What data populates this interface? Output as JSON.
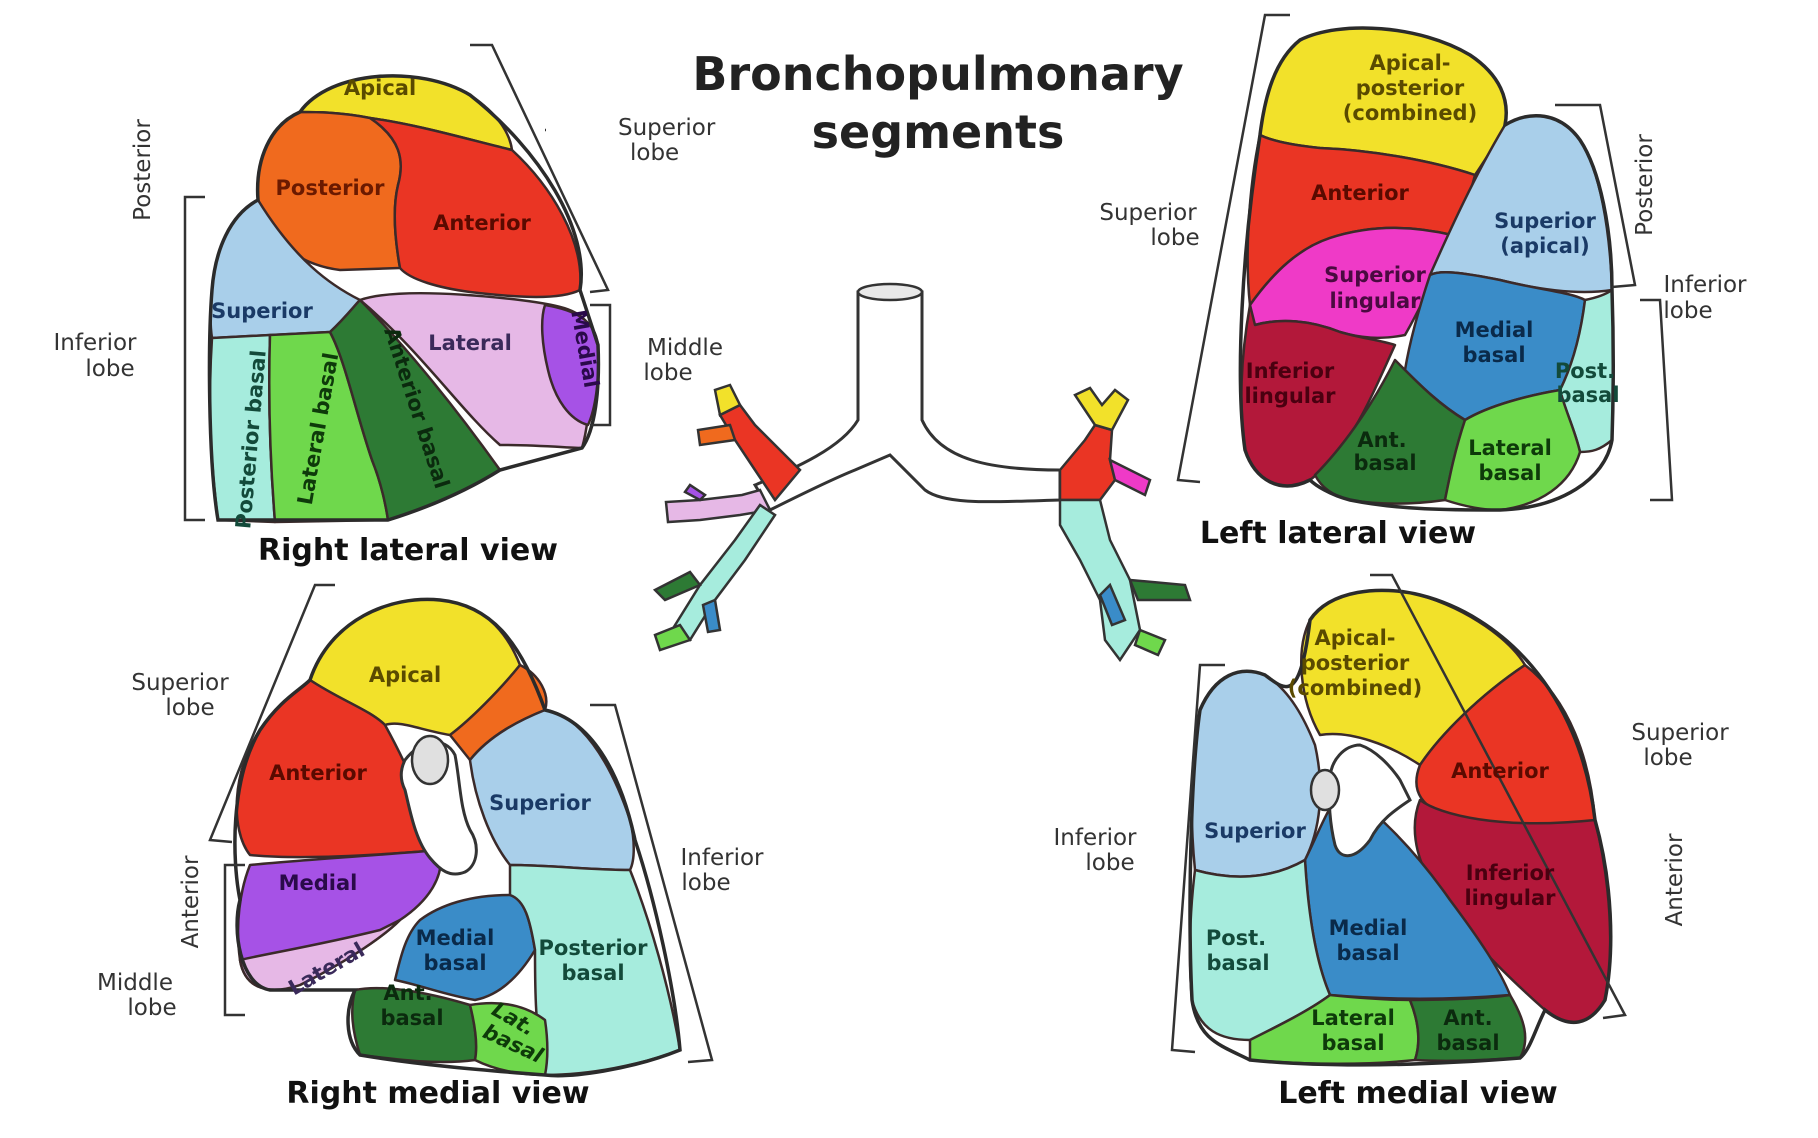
{
  "title": {
    "line1": "Bronchopulmonary",
    "line2": "segments"
  },
  "views": {
    "right_lateral": {
      "caption": "Right lateral view",
      "segments": {
        "apical": "Apical",
        "posterior": "Posterior",
        "anterior": "Anterior",
        "superior": "Superior",
        "lateral": "Lateral",
        "medial": "Medial",
        "posterior_basal": "Posterior basal",
        "lateral_basal": "Lateral basal",
        "anterior_basal": "Anterior basal"
      },
      "lobes": {
        "posterior_side": "Posterior",
        "superior_1": "Superior",
        "superior_2": "lobe",
        "inferior_1": "Inferior",
        "inferior_2": "lobe",
        "middle_1": "Middle",
        "middle_2": "lobe"
      }
    },
    "left_lateral": {
      "caption": "Left lateral view",
      "segments": {
        "apical_posterior_1": "Apical-",
        "apical_posterior_2": "posterior",
        "apical_posterior_3": "(combined)",
        "anterior": "Anterior",
        "superior_lingular_1": "Superior",
        "superior_lingular_2": "lingular",
        "inferior_lingular_1": "Inferior",
        "inferior_lingular_2": "lingular",
        "superior_apical_1": "Superior",
        "superior_apical_2": "(apical)",
        "medial_basal_1": "Medial",
        "medial_basal_2": "basal",
        "post_basal_1": "Post.",
        "post_basal_2": "basal",
        "ant_basal_1": "Ant.",
        "ant_basal_2": "basal",
        "lateral_basal_1": "Lateral",
        "lateral_basal_2": "basal"
      },
      "lobes": {
        "superior_1": "Superior",
        "superior_2": "lobe",
        "posterior_side": "Posterior",
        "inferior_1": "Inferior",
        "inferior_2": "lobe"
      }
    },
    "right_medial": {
      "caption": "Right medial view",
      "segments": {
        "apical": "Apical",
        "anterior": "Anterior",
        "superior": "Superior",
        "medial": "Medial",
        "lateral": "Lateral",
        "medial_basal_1": "Medial",
        "medial_basal_2": "basal",
        "posterior_basal_1": "Posterior",
        "posterior_basal_2": "basal",
        "ant_basal_1": "Ant.",
        "ant_basal_2": "basal",
        "lat_basal_1": "Lat.",
        "lat_basal_2": "basal"
      },
      "lobes": {
        "superior_1": "Superior",
        "superior_2": "lobe",
        "anterior_side": "Anterior",
        "inferior_1": "Inferior",
        "inferior_2": "lobe",
        "middle_1": "Middle",
        "middle_2": "lobe"
      }
    },
    "left_medial": {
      "caption": "Left medial view",
      "segments": {
        "apical_posterior_1": "Apical-",
        "apical_posterior_2": "posterior",
        "apical_posterior_3": "(combined)",
        "anterior": "Anterior",
        "superior": "Superior",
        "inferior_lingular_1": "Inferior",
        "inferior_lingular_2": "lingular",
        "medial_basal_1": "Medial",
        "medial_basal_2": "basal",
        "post_basal_1": "Post.",
        "post_basal_2": "basal",
        "lateral_basal_1": "Lateral",
        "lateral_basal_2": "basal",
        "ant_basal_1": "Ant.",
        "ant_basal_2": "basal"
      },
      "lobes": {
        "superior_1": "Superior",
        "superior_2": "lobe",
        "anterior_side": "Anterior",
        "inferior_1": "Inferior",
        "inferior_2": "lobe"
      }
    }
  },
  "colors": {
    "apical": "#f2e12a",
    "posterior": "#f06a1e",
    "anterior": "#ea3524",
    "superior": "#a9cfea",
    "lateral_middle": "#e6b8e6",
    "medial_middle": "#a652e6",
    "posterior_basal": "#a6ecdd",
    "lateral_basal": "#6fd84c",
    "anterior_basal": "#2d7a34",
    "medial_basal": "#3a8cc8",
    "superior_lingular": "#ef3ac7",
    "inferior_lingular": "#b3183a",
    "bronchus": "#ffffff"
  }
}
